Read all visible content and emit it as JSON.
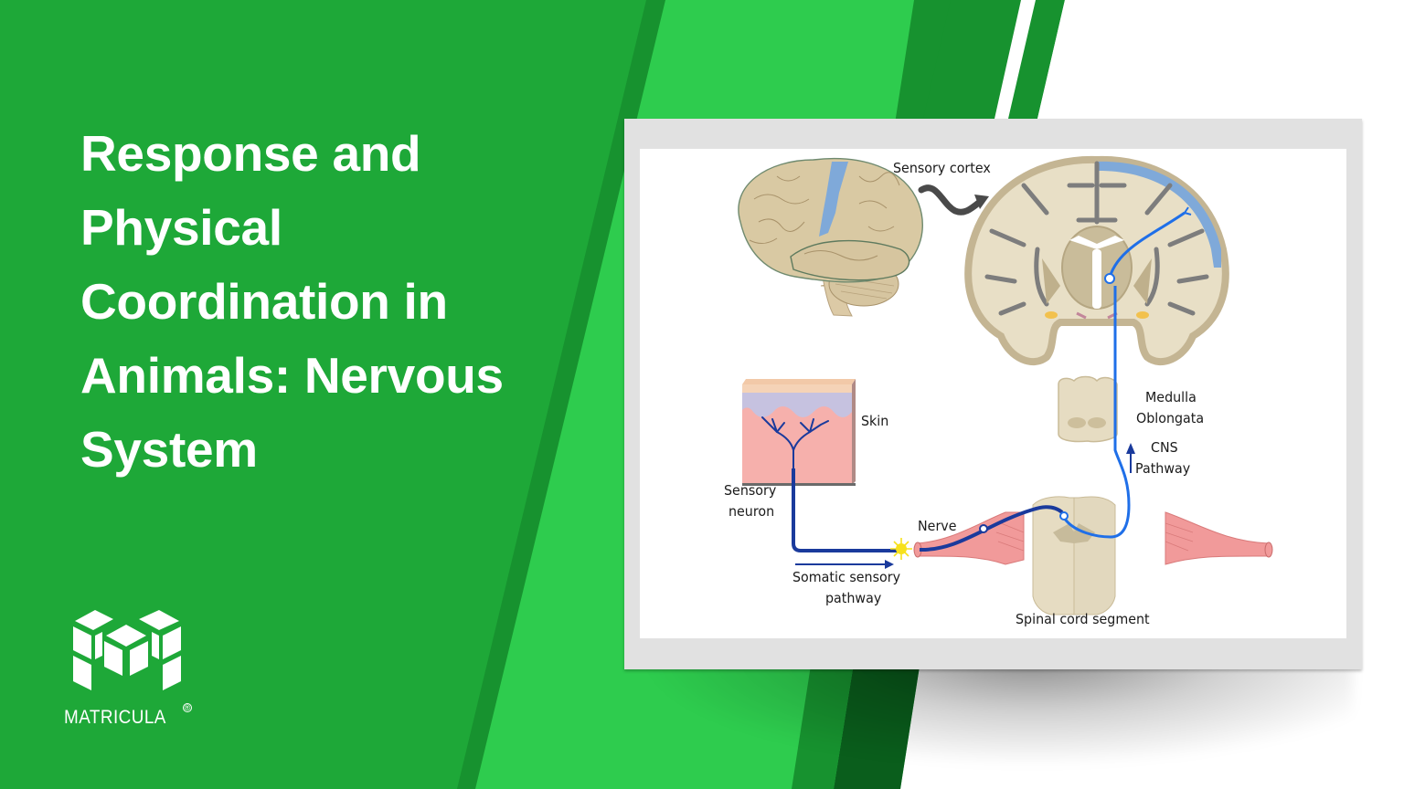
{
  "title": {
    "lines": [
      "Response and",
      "Physical",
      "Coordination in",
      "Animals: Nervous",
      "System"
    ]
  },
  "logo": {
    "brand_name": "MATRICULA",
    "registered_mark": "®"
  },
  "colors": {
    "left_panel_green": "#1ea838",
    "bright_green": "#2ecc4e",
    "dark_green_band": "#17922f",
    "darkest_green_band": "#0a5e1c",
    "frame_gray": "#e1e1e1",
    "neuron_blue_dark": "#1a3a9c",
    "cns_blue": "#1f6fe8",
    "cortex_blue": "#7fa9d9",
    "brain_tan": "#d9c9a3",
    "muscle_pink": "#f19a9a"
  },
  "diagram": {
    "labels": {
      "sensory_cortex": "Sensory cortex",
      "skin": "Skin",
      "sensory_neuron_line1": "Sensory",
      "sensory_neuron_line2": "neuron",
      "medulla_line1": "Medulla",
      "medulla_line2": "Oblongata",
      "cns_line1": "CNS",
      "cns_line2": "Pathway",
      "nerve": "Nerve",
      "somatic_line1": "Somatic sensory",
      "somatic_line2": "pathway",
      "spinal_cord": "Spinal cord segment"
    }
  }
}
